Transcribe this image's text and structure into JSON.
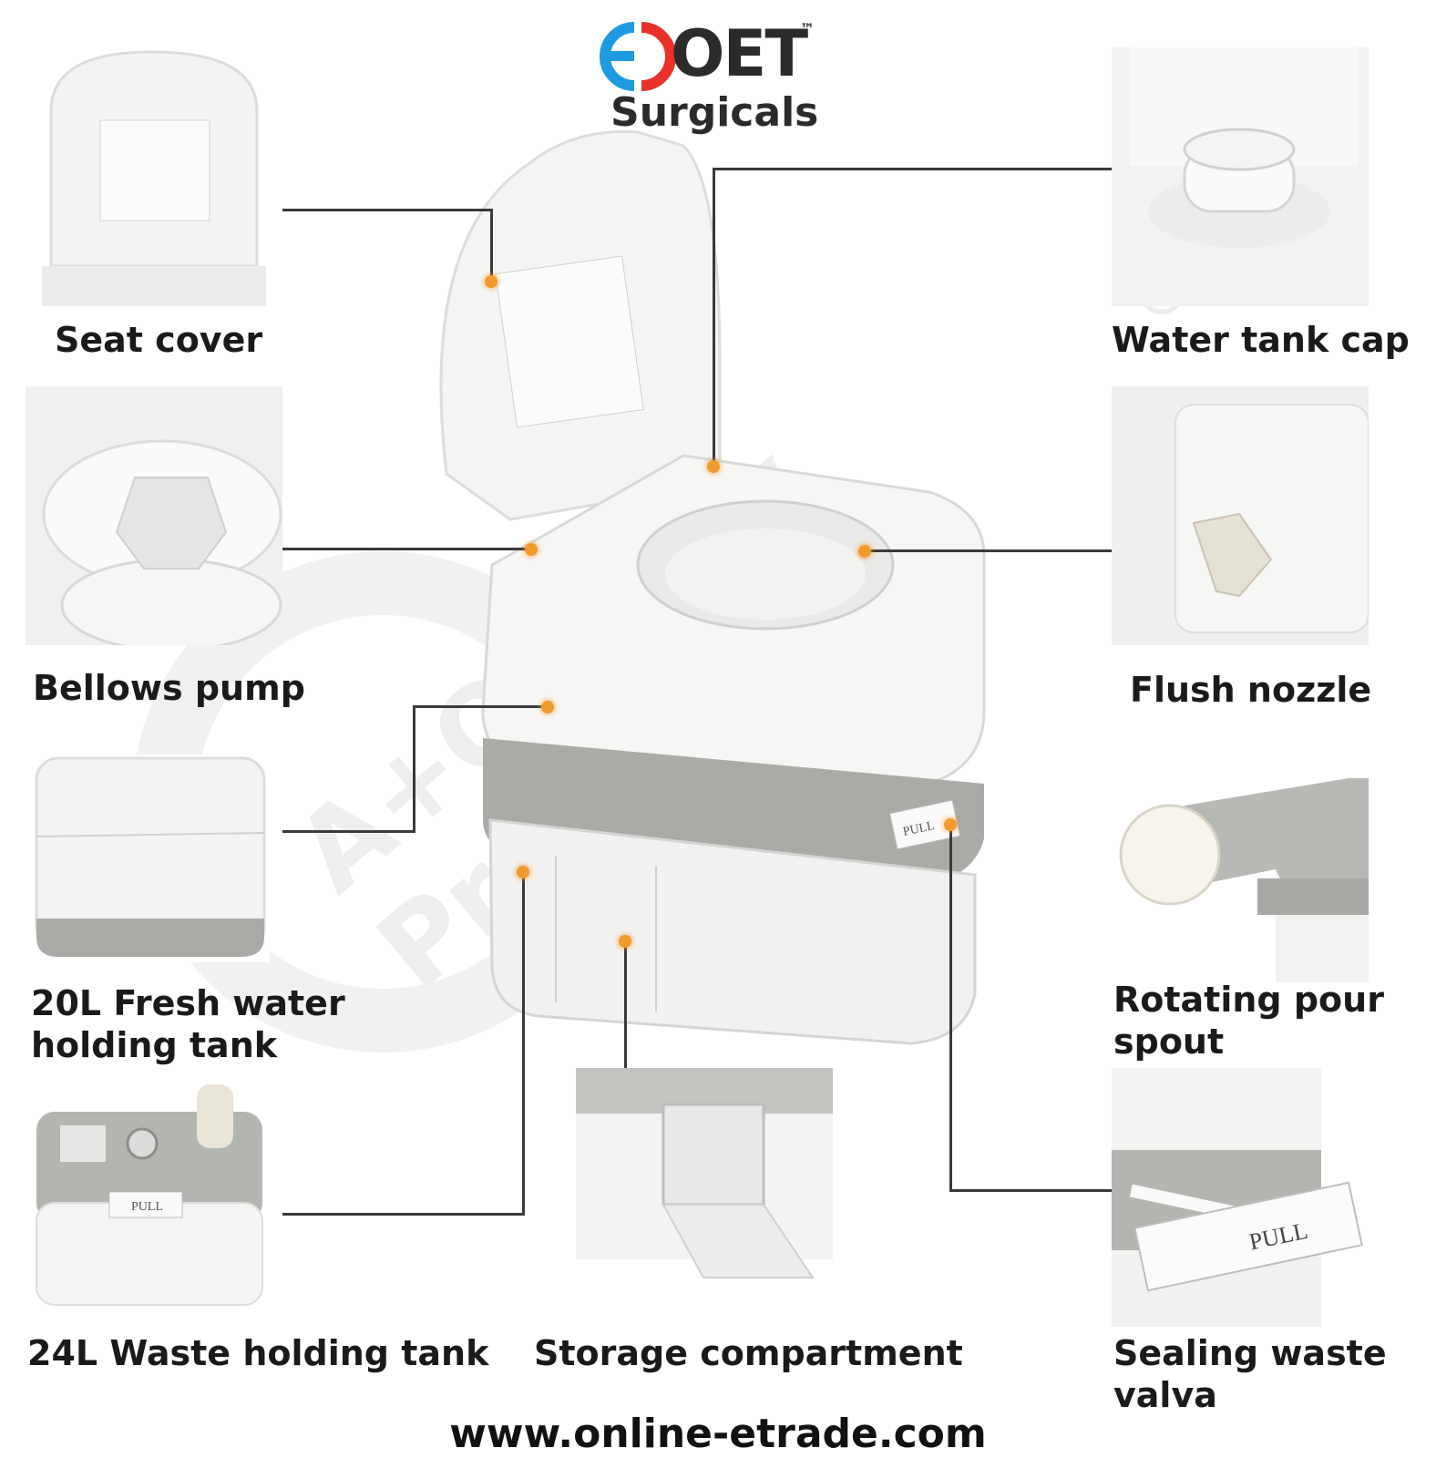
{
  "brand": {
    "logo_word": "OET",
    "trademark": "™",
    "subtitle": "Surgicals",
    "colors": {
      "blue": "#1e9be0",
      "red": "#e8322b",
      "dark": "#2b2b2b",
      "accent_dot": "#f29a2e"
    }
  },
  "watermark": {
    "line1": "A+Quality Products",
    "registered": "®"
  },
  "callouts": {
    "seat_cover": "Seat cover",
    "water_tank_cap": "Water tank cap",
    "bellows_pump": "Bellows pump",
    "flush_nozzle": "Flush nozzle",
    "fresh_water_line1": "20L Fresh water",
    "fresh_water_line2": "holding tank",
    "rotating_spout_line1": "Rotating pour",
    "rotating_spout_line2": "spout",
    "waste_tank": "24L Waste holding tank",
    "storage": "Storage compartment",
    "sealing_line1": "Sealing waste",
    "sealing_line2": "valva"
  },
  "product_labels": {
    "pull": "PULL"
  },
  "footer": {
    "url": "www.online-etrade.com"
  }
}
